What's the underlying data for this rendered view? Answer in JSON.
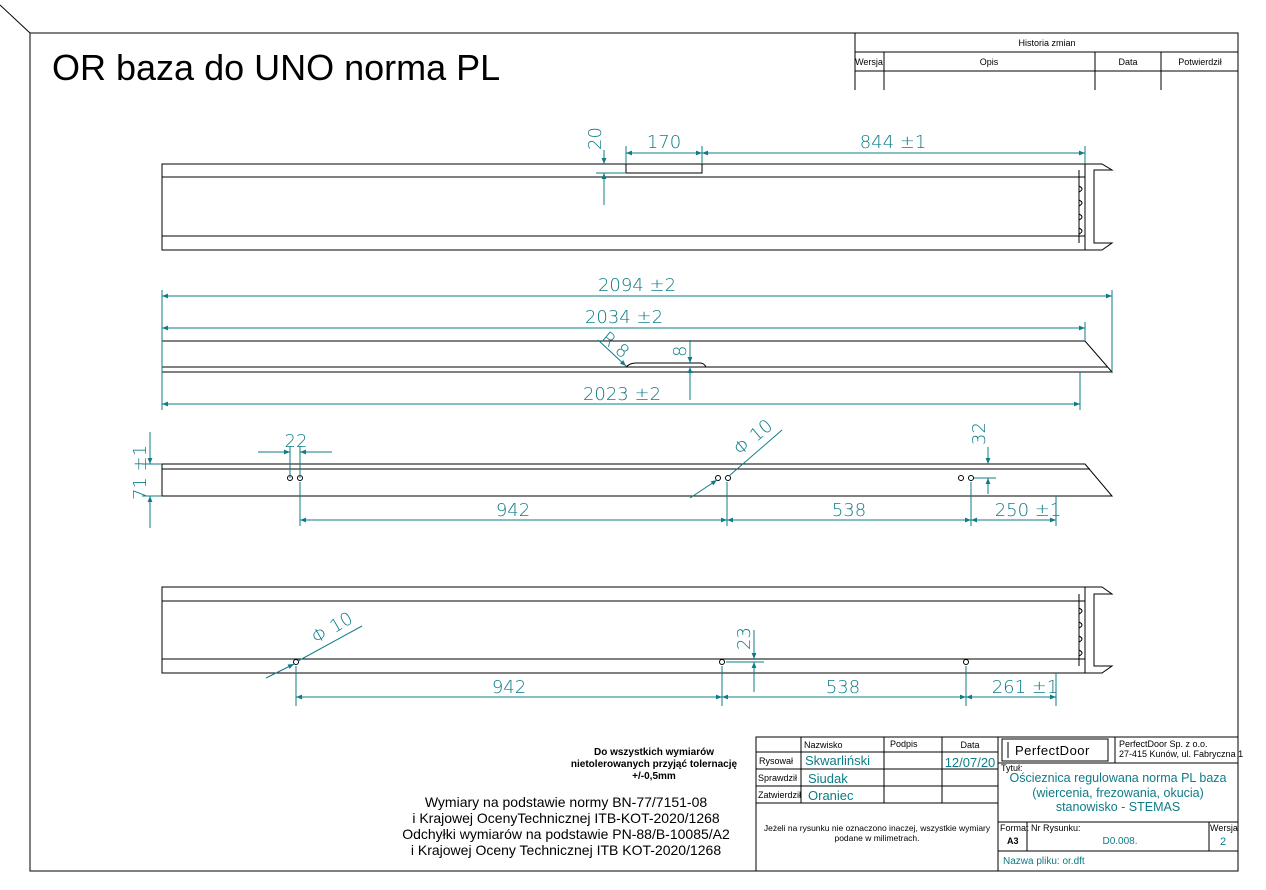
{
  "drawing_title": "OR baza do UNO norma PL",
  "history": {
    "title": "Historia zmian",
    "cols": [
      "Wersja",
      "Opis",
      "Data",
      "Potwierdził"
    ]
  },
  "views": {
    "top": {
      "dims": [
        "20",
        "170",
        "844 ±1"
      ]
    },
    "side": {
      "dims": [
        "2094 ±2",
        "2034 ±2",
        "R 8",
        "8",
        "2023 ±2"
      ]
    },
    "front": {
      "dims": [
        "22",
        "Φ 10",
        "32",
        "71 ±1",
        "942",
        "538",
        "250 ±1"
      ]
    },
    "back": {
      "dims": [
        "Φ 10",
        "23",
        "942",
        "538",
        "261 ±1"
      ]
    }
  },
  "notes": {
    "tolerance": [
      "Do wszystkich wymiarów",
      "nietolerowanych przyjąć tolernację",
      "+/-0,5mm"
    ],
    "standards": [
      "Wymiary na podstawie normy BN-77/7151-08",
      "i Krajowej OcenyTechnicznej ITB-KOT-2020/1268",
      "Odchyłki wymiarów na podstawie PN-88/B-10085/A2",
      "i Krajowej Oceny Technicznej ITB KOT-2020/1268"
    ],
    "units": [
      "Jeżeli na rysunku nie oznaczono inaczej, wszystkie wymiary",
      "podane w milimetrach."
    ]
  },
  "titleblock": {
    "headers": {
      "name": "Nazwisko",
      "sign": "Podpis",
      "date": "Data"
    },
    "rows": [
      {
        "role": "Rysował",
        "name": "Skwarliński",
        "date": "12/07/20"
      },
      {
        "role": "Sprawdził",
        "name": "Siudak",
        "date": ""
      },
      {
        "role": "Zatwierdził",
        "name": "Oraniec",
        "date": ""
      }
    ],
    "logo": "PerfectDoor",
    "company": [
      "PerfectDoor Sp. z o.o.",
      "27-415 Kunów, ul. Fabryczna 1"
    ],
    "title_label": "Tytuł:",
    "title_lines": [
      "Ościeznica regulowana norma PL baza",
      "(wiercenia, frezowania, okucia)",
      "stanowisko - STEMAS"
    ],
    "format_label": "Format",
    "format": "A3",
    "drawing_no_label": "Nr Rysunku:",
    "drawing_no": "D0.008.",
    "version_label": "Wersja",
    "version": "2",
    "file_name": "Nazwa pliku: or.dft"
  },
  "colors": {
    "dimension": "#0e7c86",
    "line": "#000000"
  }
}
